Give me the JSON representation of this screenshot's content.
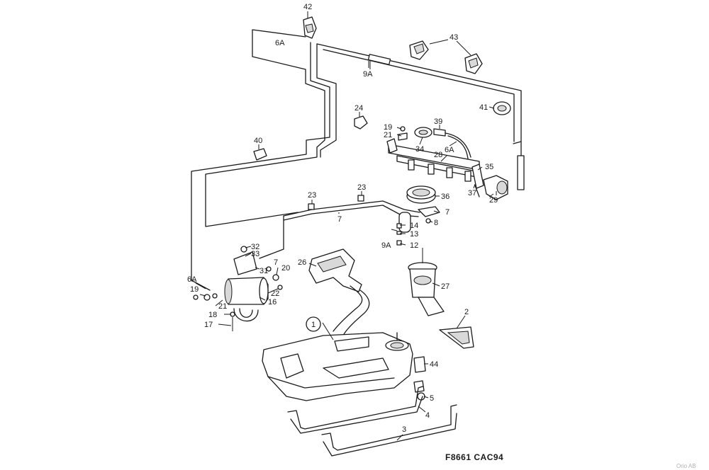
{
  "diagram": {
    "reference_code": "F8661 CAC94",
    "credit": "Orio AB",
    "callouts": {
      "c42": "42",
      "c43": "43",
      "c6A_top": "6A",
      "c9A_top": "9A",
      "c41": "41",
      "c24": "24",
      "c40": "40",
      "c19_top": "19",
      "c21_top": "21",
      "c39": "39",
      "c34": "34",
      "c6A_mid": "6A",
      "c28": "28",
      "c35": "35",
      "c37": "37",
      "c29": "29",
      "c36": "36",
      "c23_left": "23",
      "c23_right": "23",
      "c7_top": "7",
      "c7_mid": "7",
      "c8": "8",
      "c14": "14",
      "c13": "13",
      "c9A_mid": "9A",
      "c12": "12",
      "c32": "32",
      "c33": "33",
      "c7_left": "7",
      "c31": "31",
      "c20": "20",
      "c6A_left": "6A",
      "c19_left": "19",
      "c22": "22",
      "c16": "16",
      "c21_left": "21",
      "c18": "18",
      "c17": "17",
      "c26": "26",
      "c27": "27",
      "c1": "1",
      "c2": "2",
      "c44": "44",
      "c5": "5",
      "c4": "4",
      "c3": "3"
    }
  }
}
